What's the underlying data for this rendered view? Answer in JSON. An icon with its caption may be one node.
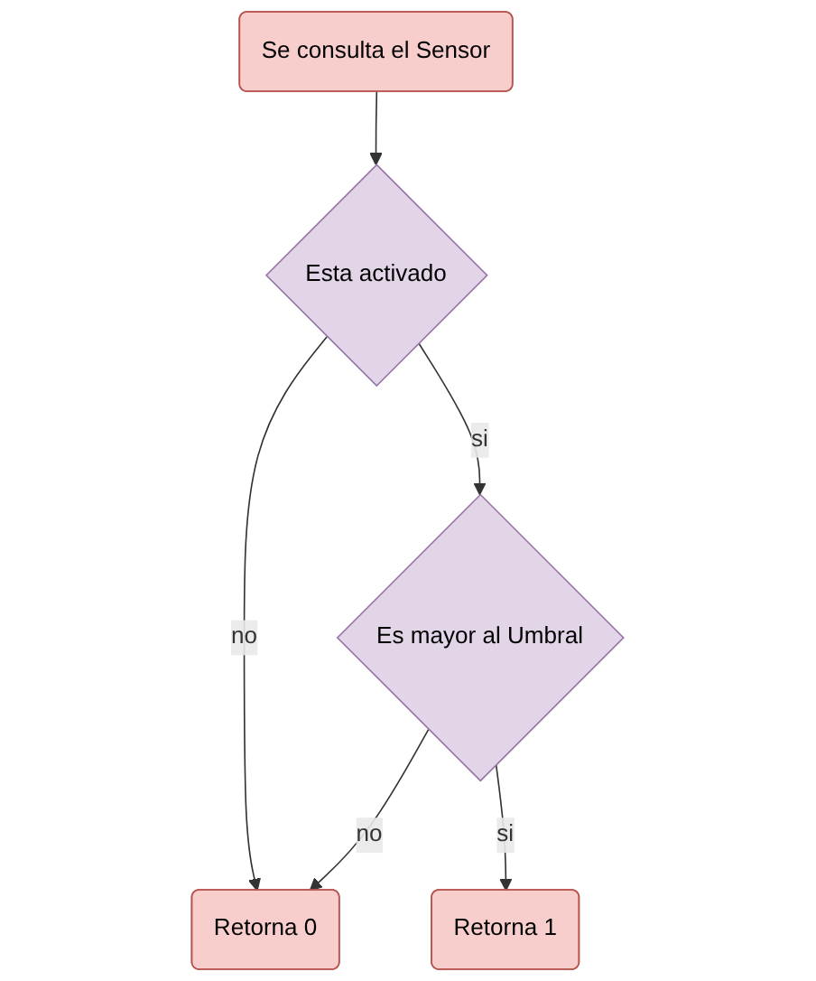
{
  "diagram": {
    "nodes": [
      {
        "text": [
          "Se consulta el Sensor"
        ]
      },
      {
        "text": [
          "Esta activado"
        ]
      },
      {
        "text": [
          "Es mayor al Umbral"
        ]
      },
      {
        "text": [
          "Retorna 0"
        ]
      },
      {
        "text": [
          "Retorna 1"
        ]
      }
    ],
    "edges": [
      {
        "from": 0,
        "to": 1,
        "arrow": "to"
      },
      {
        "from": 1,
        "to": 3,
        "label": "no",
        "arrow": "to"
      },
      {
        "from": 1,
        "to": 2,
        "label": "si",
        "arrow": "to"
      },
      {
        "from": 2,
        "to": 3,
        "label": "no",
        "arrow": "to"
      },
      {
        "from": 2,
        "to": 4,
        "label": "si",
        "arrow": "to"
      }
    ]
  }
}
